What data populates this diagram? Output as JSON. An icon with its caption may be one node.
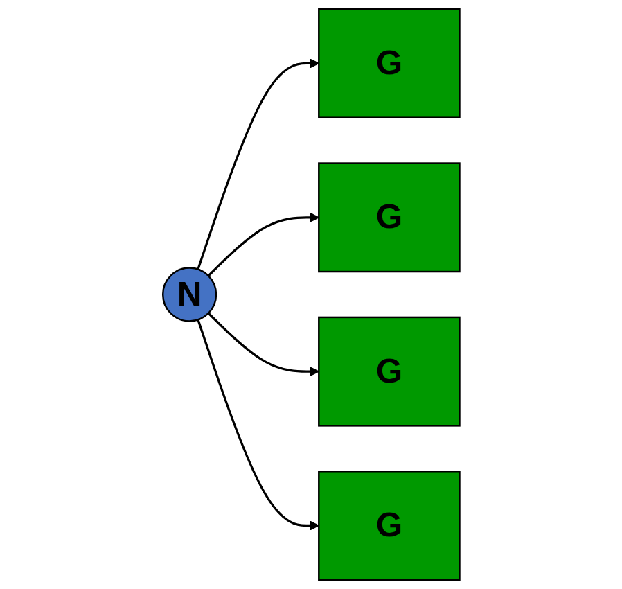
{
  "diagram": {
    "nodes": [
      {
        "text": [
          "N"
        ]
      },
      {
        "text": [
          "G"
        ]
      },
      {
        "text": [
          "G"
        ]
      },
      {
        "text": [
          "G"
        ]
      },
      {
        "text": [
          "G"
        ]
      }
    ],
    "edges": [
      {
        "from": 0,
        "to": 1,
        "arrow": "to"
      },
      {
        "from": 0,
        "to": 2,
        "arrow": "to"
      },
      {
        "from": 0,
        "to": 3,
        "arrow": "to"
      },
      {
        "from": 0,
        "to": 4,
        "arrow": "to"
      }
    ]
  }
}
